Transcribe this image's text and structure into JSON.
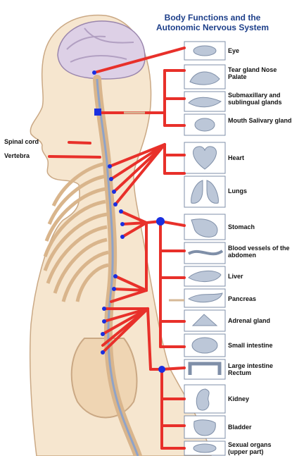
{
  "title": {
    "line1": "Body Functions and the",
    "line2": "Autonomic Nervous System"
  },
  "side_labels": {
    "spinal_cord": "Spinal cord",
    "vertebra": "Vertebra"
  },
  "organs": [
    {
      "label": "Eye",
      "icon": "eye-icon"
    },
    {
      "label": "Tear gland Nose Palate",
      "icon": "tear-gland-icon"
    },
    {
      "label": "Submaxillary and sublingual glands",
      "icon": "salivary-gland-icon"
    },
    {
      "label": "Mouth Salivary gland",
      "icon": "mouth-icon"
    },
    {
      "label": "Heart",
      "icon": "heart-icon"
    },
    {
      "label": "Lungs",
      "icon": "lungs-icon"
    },
    {
      "label": "Stomach",
      "icon": "stomach-icon"
    },
    {
      "label": "Blood vessels of the abdomen",
      "icon": "blood-vessels-icon"
    },
    {
      "label": "Liver",
      "icon": "liver-icon"
    },
    {
      "label": "Pancreas",
      "icon": "pancreas-icon"
    },
    {
      "label": "Adrenal gland",
      "icon": "adrenal-gland-icon"
    },
    {
      "label": "Small intestine",
      "icon": "small-intestine-icon"
    },
    {
      "label": "Large intestine Rectum",
      "icon": "large-intestine-icon"
    },
    {
      "label": "Kidney",
      "icon": "kidney-icon"
    },
    {
      "label": "Bladder",
      "icon": "bladder-icon"
    },
    {
      "label": "Sexual organs (upper part)",
      "icon": "sexual-organs-icon"
    }
  ],
  "colors": {
    "nerve": "#e8302a",
    "node": "#1a2fe0",
    "title": "#1d3f8a",
    "body": "#f6e6cf",
    "bone": "#d9b58c"
  }
}
